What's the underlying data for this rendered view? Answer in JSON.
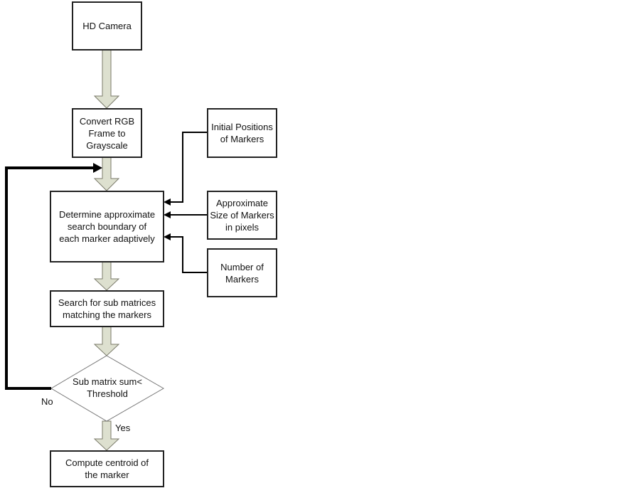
{
  "nodes": {
    "camera": "HD Camera",
    "convert": "Convert RGB Frame to Grayscale",
    "determine": "Determine approximate search boundary of each marker adaptively",
    "search": "Search for sub matrices matching the markers",
    "decision": "Sub matrix sum< Threshold",
    "compute": "Compute centroid of the marker",
    "initial_positions": "Initial Positions of Markers",
    "approx_size": "Approximate Size of Markers in pixels",
    "number_markers": "Number of Markers"
  },
  "labels": {
    "no": "No",
    "yes": "Yes"
  },
  "colors": {
    "block_arrow_fill": "#dde0cf",
    "block_arrow_stroke": "#7a7a6a",
    "line": "#000000"
  }
}
